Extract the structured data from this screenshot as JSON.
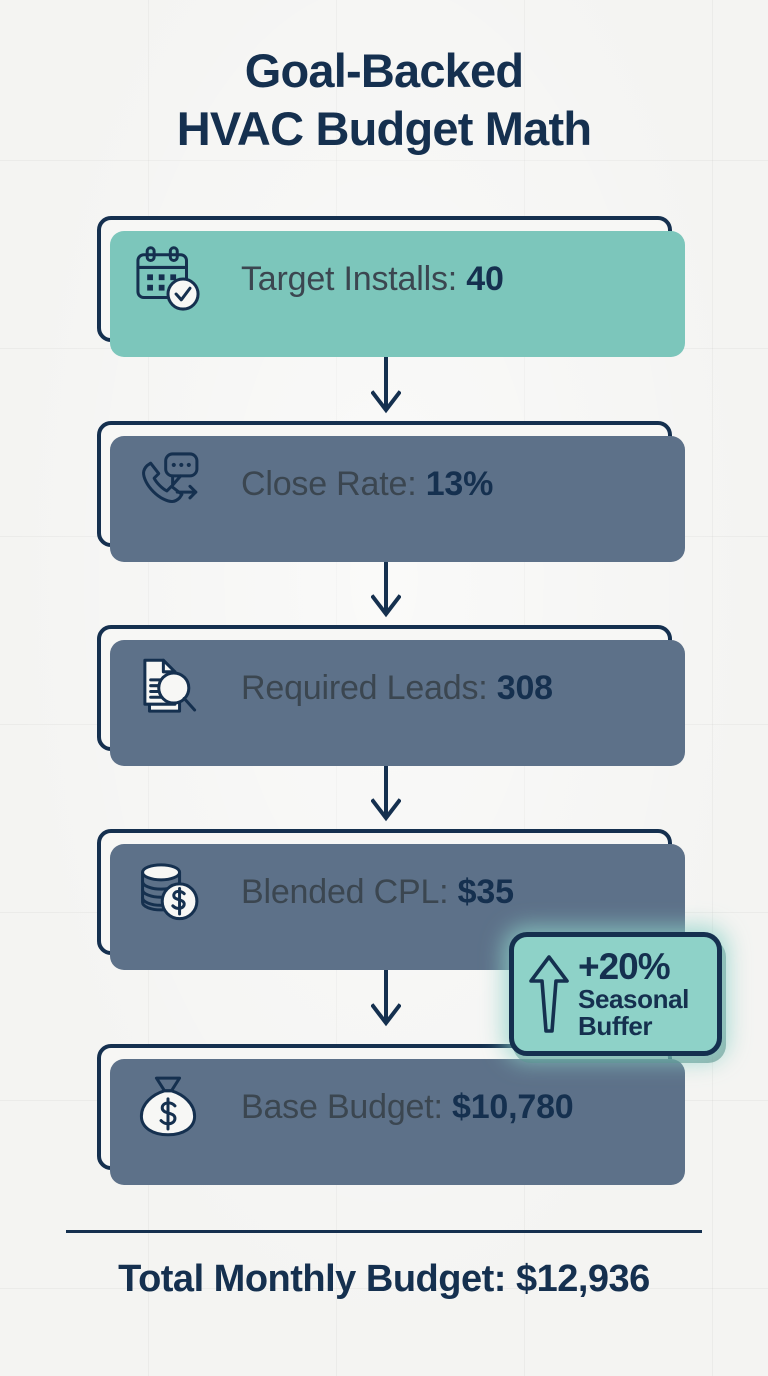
{
  "title": {
    "line1": "Goal-Backed",
    "line2": "HVAC Budget Math"
  },
  "colors": {
    "background": "#f4f4f2",
    "navy": "#15304f",
    "card_fill": "#f7f7f5",
    "card_shadow": "#5d7189",
    "accent_teal": "#8ed2c8",
    "teal_shadow": "#7cc6bb",
    "label_text": "#3b4650"
  },
  "flow": {
    "steps": [
      {
        "id": "target-installs",
        "icon": "calendar-check-icon",
        "label": "Target Installs: ",
        "value": "40",
        "shadow": "teal"
      },
      {
        "id": "close-rate",
        "icon": "phone-chat-icon",
        "label": "Close Rate: ",
        "value": "13%",
        "shadow": "navy"
      },
      {
        "id": "required-leads",
        "icon": "document-search-icon",
        "label": "Required Leads: ",
        "value": "308",
        "shadow": "navy"
      },
      {
        "id": "blended-cpl",
        "icon": "coin-stack-dollar-icon",
        "label": "Blended CPL: ",
        "value": "$35",
        "shadow": "navy"
      },
      {
        "id": "base-budget",
        "icon": "money-bag-dollar-icon",
        "label": "Base Budget: ",
        "value": "$10,780",
        "shadow": "navy"
      }
    ],
    "connector_icon": "down-arrow-icon"
  },
  "badge": {
    "icon": "up-arrow-icon",
    "percent": "+20%",
    "line1": "Seasonal",
    "line2": "Buffer"
  },
  "footer": {
    "total": "Total Monthly Budget: $12,936"
  }
}
